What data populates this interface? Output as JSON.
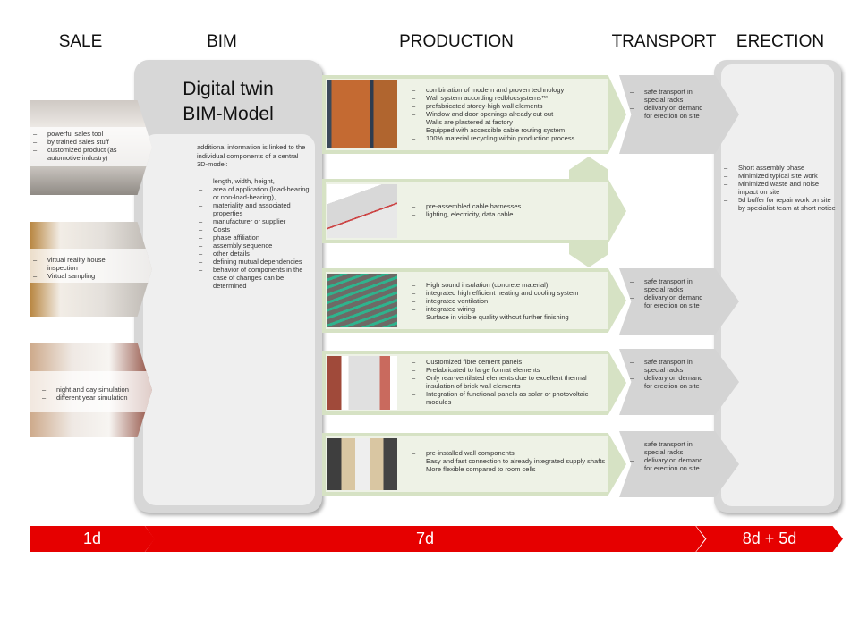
{
  "headers": {
    "sale": "SALE",
    "bim": "BIM",
    "production": "PRODUCTION",
    "transport": "TRANSPORT",
    "erection": "ERECTION"
  },
  "sale": [
    {
      "items": [
        "powerful sales tool",
        "by trained sales stuff",
        "customized product (as automotive industry)"
      ]
    },
    {
      "items": [
        "virtual reality house inspection",
        "Virtual sampling"
      ]
    },
    {
      "items": [
        "night and day simulation",
        "different year simulation"
      ]
    }
  ],
  "bim": {
    "title_line1": "Digital twin",
    "title_line2": "BIM-Model",
    "intro": "additional information is linked to the individual components of a central 3D-model:",
    "items": [
      "length, width, height,",
      "area of application (load-bearing or non-load-bearing),",
      "materiality and associated properties",
      "manufacturer or supplier",
      "Costs",
      "phase affiliation",
      "assembly sequence",
      "other details",
      "defining mutual dependencies",
      "behavior of components in the case of changes can be determined"
    ]
  },
  "production": [
    {
      "items": [
        "combination of modern and proven technology",
        "Wall system according redblocsystems™",
        "prefabricated storey-high wall elements",
        "Window and door openings already cut out",
        "Walls are plastered at factory",
        "Equipped with accessible cable routing system",
        "100% material recycling within production process"
      ]
    },
    {
      "items": [
        "pre-assembled cable harnesses",
        "lighting, electricity, data cable"
      ]
    },
    {
      "items": [
        "High sound insulation (concrete material)",
        "integrated high efficient heating and cooling system",
        "integrated ventilation",
        "integrated wiring",
        "Surface in visible quality without further finishing"
      ]
    },
    {
      "items": [
        "Customized fibre cement panels",
        "Prefabricated to large format elements",
        "Only rear-ventilated elements due to excellent thermal insulation of brick wall elements",
        "Integration of functional panels as solar or photovoltaic modules"
      ]
    },
    {
      "items": [
        "pre-installed wall components",
        "Easy and fast connection to already integrated supply shafts",
        "More flexible compared to room cells"
      ]
    }
  ],
  "transport": [
    {
      "items": [
        "safe transport in special racks",
        "delivary on demand for erection on site"
      ]
    },
    {
      "items": [
        "safe transport in special racks",
        "delivary on demand for erection on site"
      ]
    },
    {
      "items": [
        "safe transport in special racks",
        "delivary on demand for erection on site"
      ]
    },
    {
      "items": [
        "safe transport in special racks",
        "delivary on demand for erection on site"
      ]
    }
  ],
  "erection": {
    "items": [
      "Short assembly phase",
      "Minimized typical site work",
      "Minimized waste and noise impact on site",
      "5d buffer for repair work on site by specialist team at short notice"
    ]
  },
  "timeline": {
    "sale": "1d",
    "production": "7d",
    "erection": "8d + 5d"
  },
  "colors": {
    "red": "#e60000",
    "green": "#d6e2c4",
    "gray": "#d7d7d7"
  }
}
